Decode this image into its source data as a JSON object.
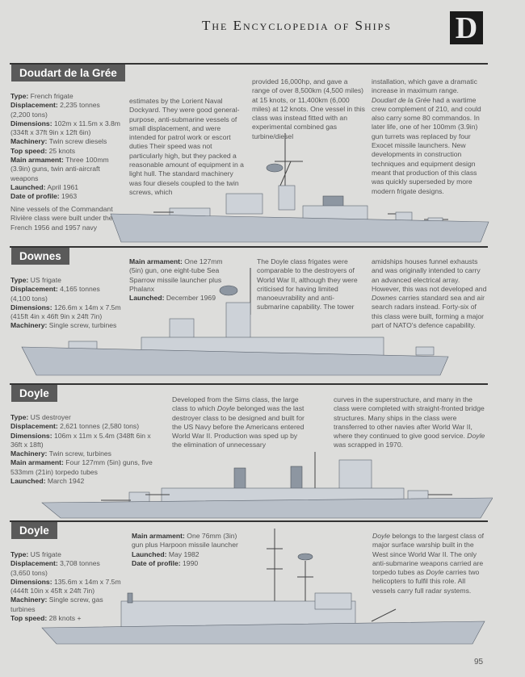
{
  "header": {
    "title": "The Encyclopedia of Ships",
    "letter": "D"
  },
  "page_number": "95",
  "sections": [
    {
      "title": "Doudart de la Grée",
      "specs": [
        {
          "label": "Type:",
          "value": "French frigate"
        },
        {
          "label": "Displacement:",
          "value": "2,235 tonnes (2,200 tons)"
        },
        {
          "label": "Dimensions:",
          "value": "102m x 11.5m x 3.8m (334ft x 37ft 9in x 12ft 6in)"
        },
        {
          "label": "Machinery:",
          "value": "Twin screw diesels"
        },
        {
          "label": "Top speed:",
          "value": "25 knots"
        },
        {
          "label": "Main armament:",
          "value": "Three 100mm (3.9in) guns, twin anti-aircraft weapons"
        },
        {
          "label": "Launched:",
          "value": "April 1961"
        },
        {
          "label": "Date of profile:",
          "value": "1963"
        }
      ],
      "intro": "Nine vessels of the Commandant Rivière class were built under the French 1956 and 1957 navy",
      "col2": "estimates by the Lorient Naval Dockyard. They were good general-purpose, anti-submarine vessels of small displacement, and were intended for patrol work or escort duties Their speed was not particularly high, but they packed a reasonable amount of equipment in a light hull. The standard machinery was four diesels coupled to the twin screws, which",
      "col3": "provided 16,000hp, and gave a range of over 8,500km (4,500 miles) at 15 knots, or 11,400km (6,000 miles) at 12 knots. One vessel in this class was instead fitted with an experimental combined gas turbine/diesel",
      "col4a": "installation, which gave a dramatic increase in maximum range. ",
      "col4i": "Doudart de la Grée",
      "col4b": " had a wartime crew complement of 210, and could also carry some 80 commandos. In later life, one of her 100mm (3.9in) gun turrets was replaced by four Exocet missile launchers. New developments in construction techniques and equipment design meant that production of this class was quickly superseded by more modern frigate designs."
    },
    {
      "title": "Downes",
      "specs": [
        {
          "label": "Type:",
          "value": "US frigate"
        },
        {
          "label": "Displacement:",
          "value": "4,165 tonnes (4,100 tons)"
        },
        {
          "label": "Dimensions:",
          "value": "126.6m x 14m x 7.5m (415ft 4in x 46ft 9in x 24ft 7in)"
        },
        {
          "label": "Machinery:",
          "value": "Single screw, turbines"
        }
      ],
      "specs2": [
        {
          "label": "Main armament:",
          "value": "One 127mm (5in) gun, one eight-tube Sea Sparrow missile launcher plus Phalanx"
        },
        {
          "label": "Launched:",
          "value": "December 1969"
        }
      ],
      "col3": "The Doyle class frigates were comparable to the destroyers of World War II, although they were criticised for having limited manoeuvrability and anti-submarine capability. The tower",
      "col4a": "amidships houses funnel exhausts and was originally intended to carry an advanced electrical array. However, this was not developed and ",
      "col4i": "Downes",
      "col4b": " carries standard sea and air search radars instead. Forty-six of this class were built, forming a major part of NATO's defence capability."
    },
    {
      "title": "Doyle",
      "specs": [
        {
          "label": "Type:",
          "value": "US destroyer"
        },
        {
          "label": "Displacement:",
          "value": "2,621 tonnes (2,580 tons)"
        },
        {
          "label": "Dimensions:",
          "value": "106m x 11m x 5.4m (348ft 6in x 36ft x 18ft)"
        },
        {
          "label": "Machinery:",
          "value": "Twin screw, turbines"
        },
        {
          "label": "Main armament:",
          "value": "Four 127mm (5in) guns, five 533mm (21in) torpedo tubes"
        },
        {
          "label": "Launched:",
          "value": "March 1942"
        }
      ],
      "col2a": "Developed from the Sims class, the large class to which ",
      "col2i": "Doyle",
      "col2b": " belonged was the last destroyer class to be designed and built for the US Navy before the Americans entered World War II. Production was sped up by the elimination of unnecessary",
      "col3": "curves in the superstructure, and many in the class were completed with straight-fronted bridge structures. Many ships in the class were transferred to other navies after World War II, where they continued to give good service. ",
      "col3i": "Doyle",
      "col3b": " was scrapped in 1970."
    },
    {
      "title": "Doyle",
      "specs": [
        {
          "label": "Type:",
          "value": "US frigate"
        },
        {
          "label": "Displacement:",
          "value": "3,708 tonnes (3,650 tons)"
        },
        {
          "label": "Dimensions:",
          "value": "135.6m x 14m x 7.5m (444ft 10in x 45ft x 24ft 7in)"
        },
        {
          "label": "Machinery:",
          "value": "Single screw, gas turbines"
        },
        {
          "label": "Top speed:",
          "value": "28 knots +"
        }
      ],
      "specs2": [
        {
          "label": "Main armament:",
          "value": "One 76mm (3in) gun plus Harpoon missile launcher"
        },
        {
          "label": "Launched:",
          "value": "May 1982"
        },
        {
          "label": "Date of profile:",
          "value": "1990"
        }
      ],
      "col4i1": "Doyle",
      "col4a": " belongs to the largest class of major surface warship built in the West since World War II. The only anti-submarine weapons carried are torpedo tubes as ",
      "col4i2": "Doyle",
      "col4b": " carries two helicopters to fulfil this role. All vessels carry full radar systems."
    }
  ]
}
